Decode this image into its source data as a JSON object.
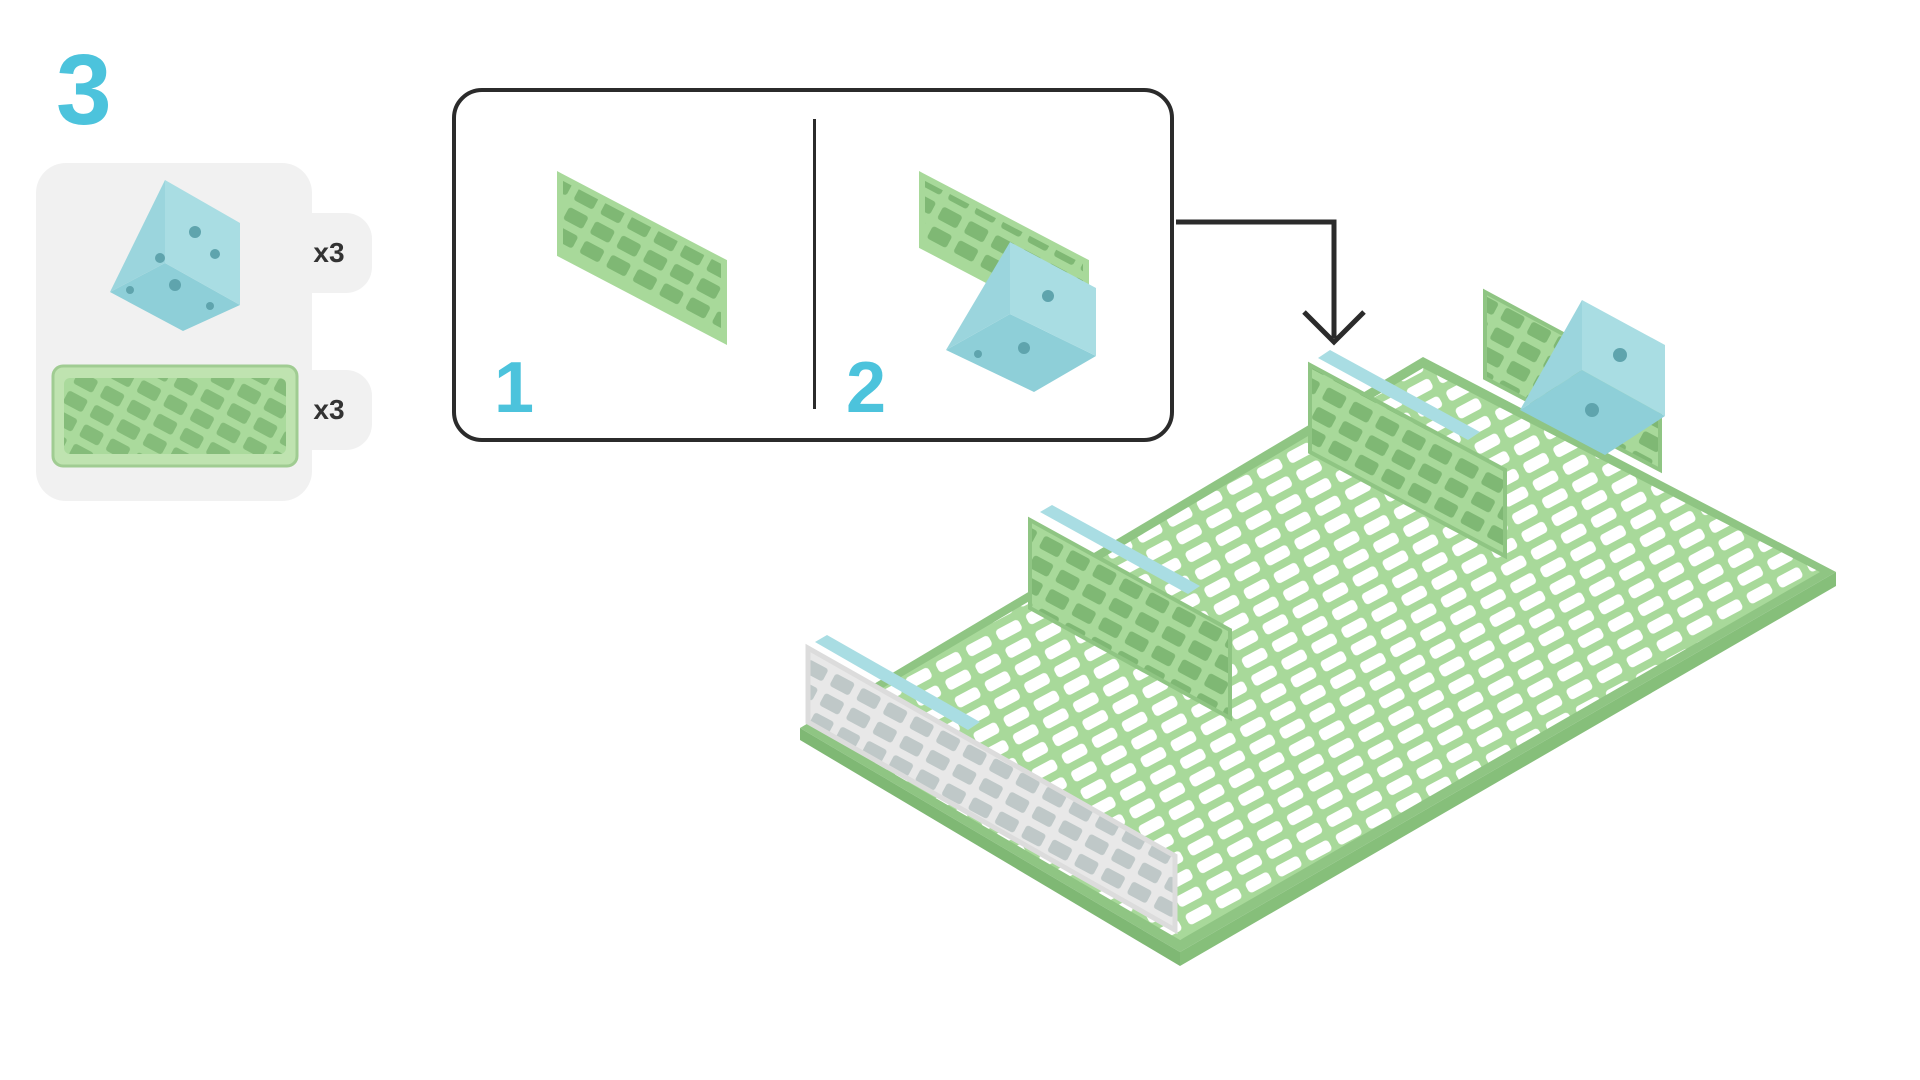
{
  "step": {
    "number": "3"
  },
  "parts": [
    {
      "name": "bracket",
      "quantity": "x3",
      "color": "#a9dde3"
    },
    {
      "name": "plate",
      "quantity": "x3",
      "color": "#bfe3b0"
    }
  ],
  "callout": {
    "sub_steps": [
      {
        "label": "1"
      },
      {
        "label": "2"
      }
    ]
  },
  "colors": {
    "accent": "#4cc3dc",
    "green_part": "#a8d99a",
    "blue_part": "#a9dde3",
    "white_part": "#e8e8e8",
    "outline": "#2b2b2b"
  },
  "icons": [
    "arrow-down-icon"
  ]
}
